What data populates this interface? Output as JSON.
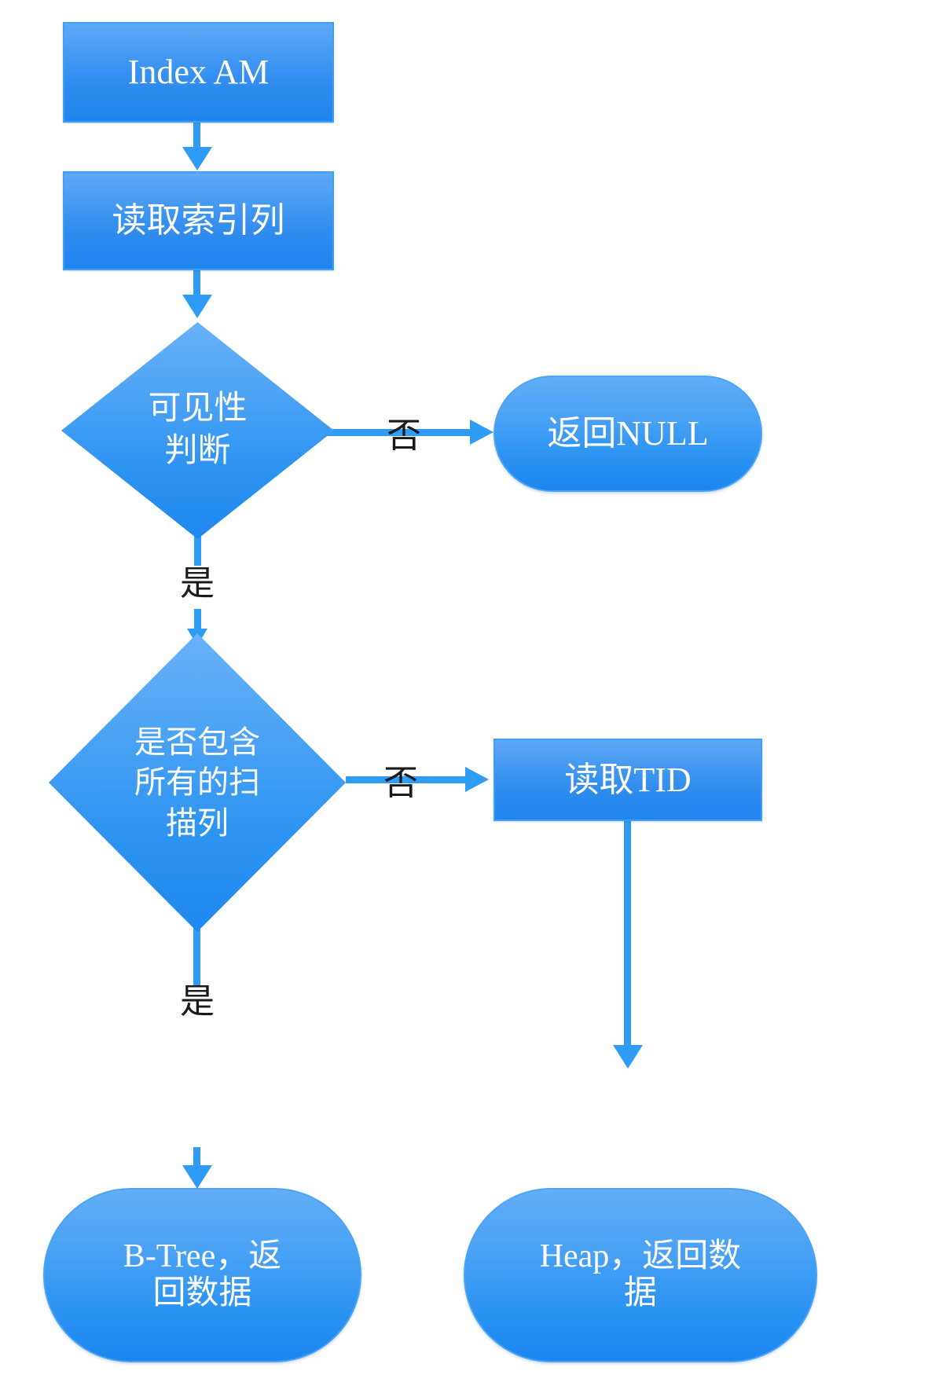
{
  "diagram": {
    "title": "Index AM scan flow",
    "colors": {
      "node_fill_top": "#5fa8f5",
      "node_fill_bottom": "#1f86ef",
      "connector": "#2e9bf5",
      "node_text": "#ffffff",
      "edge_label_text": "#1a1a1a",
      "background": "#ffffff"
    },
    "nodes": [
      {
        "id": "index-am",
        "shape": "rectangle",
        "label": "Index AM"
      },
      {
        "id": "read-index-col",
        "shape": "rectangle",
        "label": "读取索引列"
      },
      {
        "id": "visibility",
        "shape": "diamond",
        "label": "可见性\n判断"
      },
      {
        "id": "return-null",
        "shape": "stadium",
        "label": "返回NULL"
      },
      {
        "id": "covering",
        "shape": "diamond",
        "label": "是否包含\n所有的扫\n描列"
      },
      {
        "id": "read-tid",
        "shape": "rectangle",
        "label": "读取TID"
      },
      {
        "id": "btree-return",
        "shape": "stadium",
        "label": "B-Tree，返\n回数据"
      },
      {
        "id": "heap-return",
        "shape": "stadium",
        "label": "Heap，返回数\n据"
      }
    ],
    "edges": [
      {
        "id": "e1",
        "from": "index-am",
        "to": "read-index-col",
        "label": ""
      },
      {
        "id": "e2",
        "from": "read-index-col",
        "to": "visibility",
        "label": ""
      },
      {
        "id": "e3",
        "from": "visibility",
        "to": "return-null",
        "label": "否"
      },
      {
        "id": "e4",
        "from": "visibility",
        "to": "covering",
        "label": "是"
      },
      {
        "id": "e5",
        "from": "covering",
        "to": "read-tid",
        "label": "否"
      },
      {
        "id": "e6",
        "from": "covering",
        "to": "btree-return",
        "label": "是"
      },
      {
        "id": "e7",
        "from": "read-tid",
        "to": "heap-return",
        "label": ""
      }
    ]
  }
}
